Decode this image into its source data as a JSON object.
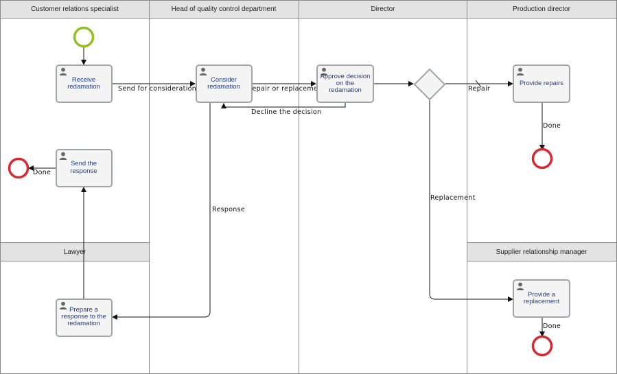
{
  "lanes": {
    "customer_relations": "Customer relations specialist",
    "head_quality": "Head of quality control department",
    "director": "Director",
    "production_director": "Production director",
    "lawyer": "Lawyer",
    "supplier_manager": "Supplier relationship manager"
  },
  "tasks": {
    "receive": [
      "Receive",
      "redamation"
    ],
    "send_response": [
      "Send the",
      "response"
    ],
    "prepare": [
      "Prepare a",
      "response to the",
      "redamation"
    ],
    "consider": [
      "Consider",
      "redamation"
    ],
    "approve": [
      "Approve decision",
      "on the",
      "redamation"
    ],
    "provide_repairs": [
      "Provide repairs"
    ],
    "provide_replacement": [
      "Provide a",
      "replacement"
    ]
  },
  "flows": {
    "send_for_consideration": "Send for consideration",
    "repair_or_replacement": "Repair or replacement",
    "decline_the_decision": "Decline the decision",
    "response": "Response",
    "done_send": "Done",
    "repair": "Repair",
    "replacement": "Replacement",
    "done_repairs": "Done",
    "done_replacement": "Done"
  },
  "colors": {
    "start_event": "#8dc21f",
    "end_event": "#d9282f",
    "lane_header": "#e3e3e3",
    "task_fill": "#f4f4f4",
    "task_text": "#1f3f8a"
  },
  "icons": {
    "task": "user-icon"
  }
}
